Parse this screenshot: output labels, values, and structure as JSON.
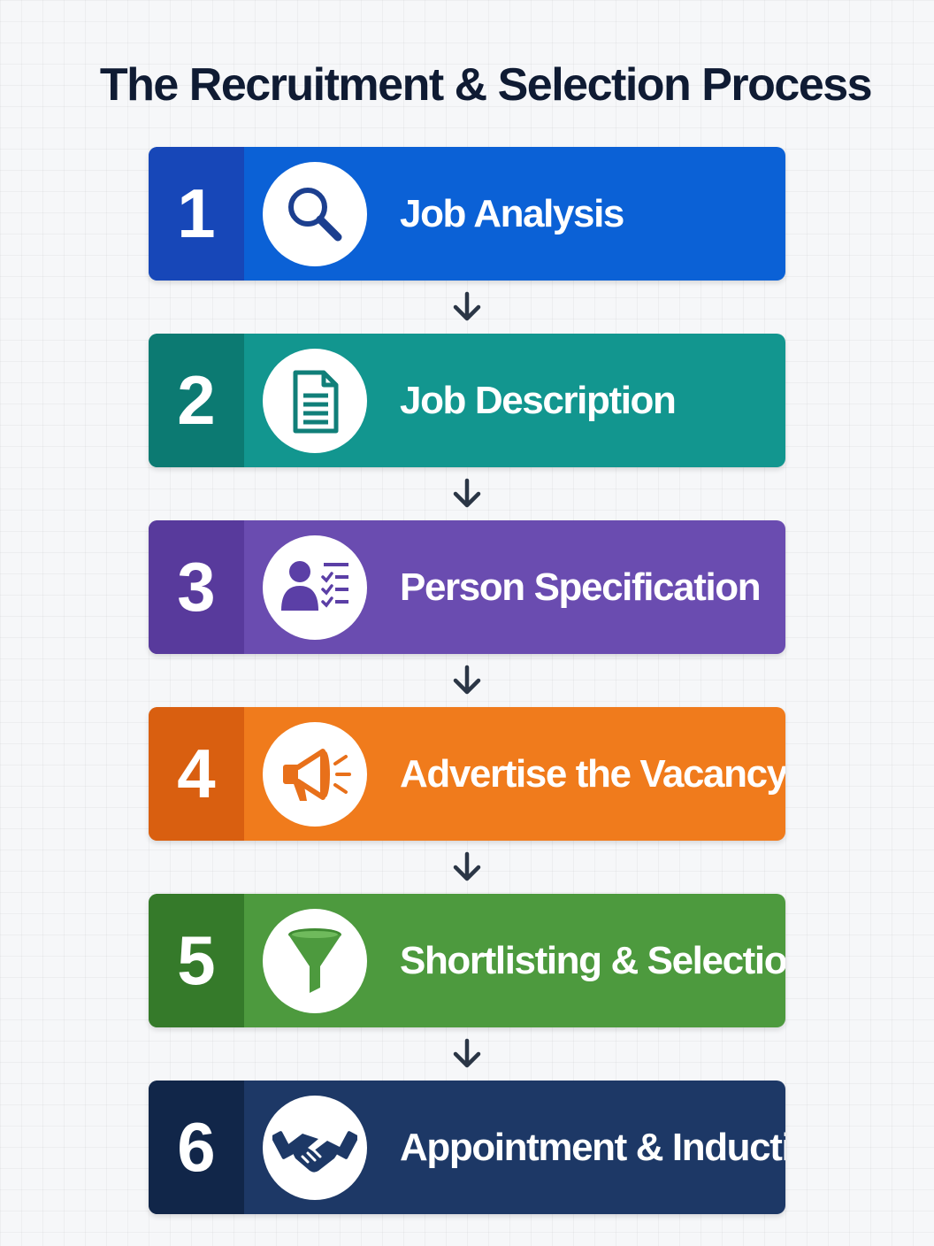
{
  "title": "The Recruitment & Selection Process",
  "steps": [
    {
      "number": "1",
      "label": "Job Analysis",
      "icon": "magnifying-glass-icon",
      "color": "#0b61d6",
      "number_bg": "#1747b8"
    },
    {
      "number": "2",
      "label": "Job Description",
      "icon": "document-icon",
      "color": "#12968f",
      "number_bg": "#0c7a72"
    },
    {
      "number": "3",
      "label": "Person Specification",
      "icon": "person-checklist-icon",
      "color": "#6a4cb0",
      "number_bg": "#583a9c"
    },
    {
      "number": "4",
      "label": "Advertise the Vacancy",
      "icon": "megaphone-icon",
      "color": "#f07b1c",
      "number_bg": "#d95f10"
    },
    {
      "number": "5",
      "label": "Shortlisting & Selection",
      "icon": "funnel-icon",
      "color": "#4d9a3e",
      "number_bg": "#357a2a"
    },
    {
      "number": "6",
      "label": "Appointment & Induction",
      "icon": "handshake-icon",
      "color": "#1d3866",
      "number_bg": "#112649"
    }
  ],
  "colors": {
    "title": "#0f1b33",
    "arrow": "#2b3646",
    "background": "#f6f7f9"
  }
}
